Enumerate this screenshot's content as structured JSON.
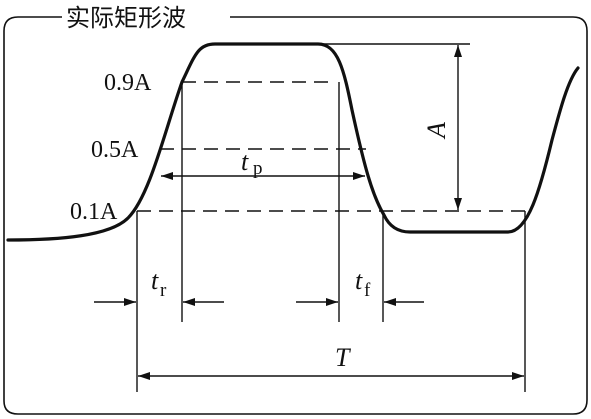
{
  "title": "实际矩形波",
  "levels": {
    "high": "0.9A",
    "mid": "0.5A",
    "low": "0.1A"
  },
  "labels": {
    "amplitude": "A",
    "pulse_width_t": "t",
    "pulse_width_sub": "p",
    "rise_t": "t",
    "rise_sub": "r",
    "fall_t": "t",
    "fall_sub": "f",
    "period": "T"
  }
}
